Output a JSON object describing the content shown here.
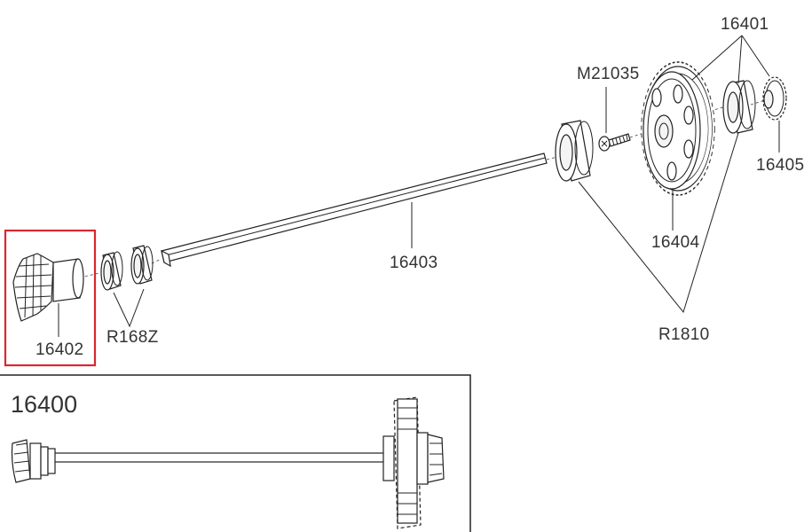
{
  "labels": {
    "p16401": "16401",
    "m21035": "M21035",
    "p16405": "16405",
    "p16404": "16404",
    "p16403": "16403",
    "r1810": "R1810",
    "r168z": "R168Z",
    "p16402": "16402"
  },
  "inset": {
    "title": "16400"
  },
  "colors": {
    "highlight": "#d9272e",
    "line": "#222222"
  }
}
